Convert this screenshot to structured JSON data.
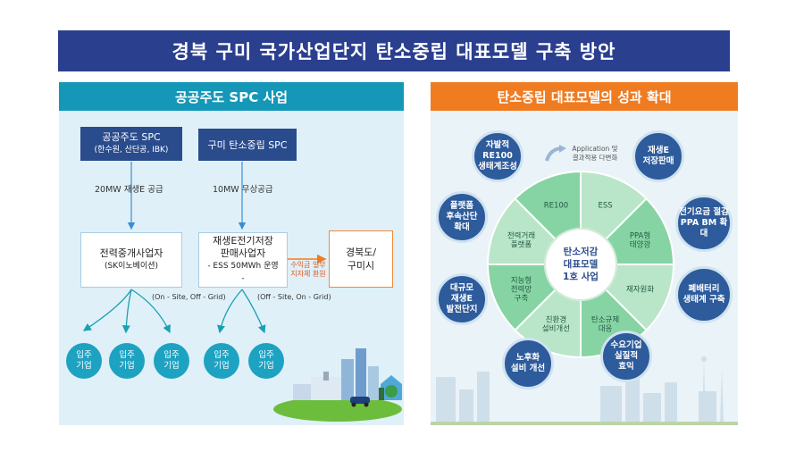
{
  "title": "경북 구미 국가산업단지 탄소중립 대표모델 구축 방안",
  "left": {
    "header": "공공주도 SPC 사업",
    "spc1": {
      "name": "공공주도 SPC",
      "members": "(한수원, 산단공, IBK)"
    },
    "spc2": {
      "name": "구미 탄소중립 SPC"
    },
    "supply1": "20MW   재생E 공급",
    "supply2": "10MW   무상공급",
    "broker": {
      "name": "전력중개사업자",
      "sub": "(SK이노베이션)"
    },
    "seller": {
      "line1": "재생E전기저장",
      "line2": "판매사업자",
      "line3": "- ESS 50MWh 운영",
      "line4": "-"
    },
    "profit_note_1": "수익금 일부",
    "profit_note_2": "지자체 환원",
    "gov": {
      "line1": "경북도/",
      "line2": "구미시"
    },
    "grid_note_1": "(On - Site, Off - Grid)",
    "grid_note_2": "(Off - Site, On - Grid)",
    "tenant_line1": "입주",
    "tenant_line2": "기업"
  },
  "right": {
    "header": "탄소중립 대표모델의 성과 확대",
    "app_note_1": "Application 및",
    "app_note_2": "결과적용 다변화",
    "center": [
      "탄소저감",
      "대표모델",
      "1호 사업"
    ],
    "wheel": [
      {
        "lines": [
          "RE100"
        ]
      },
      {
        "lines": [
          "ESS"
        ]
      },
      {
        "lines": [
          "PPA형",
          "태양광"
        ]
      },
      {
        "lines": [
          "재자원화"
        ]
      },
      {
        "lines": [
          "탄소규제",
          "대응"
        ]
      },
      {
        "lines": [
          "친환경",
          "설비개선"
        ]
      },
      {
        "lines": [
          "지능형",
          "전력망",
          "구축"
        ]
      },
      {
        "lines": [
          "전력거래",
          "플랫폼"
        ]
      }
    ],
    "satellites": [
      {
        "lines": [
          "자발적",
          "RE100",
          "생태계조성"
        ]
      },
      {
        "lines": [
          "재생E",
          "저장판매"
        ]
      },
      {
        "lines": [
          "전기요금 절감",
          "PPA BM 확대"
        ]
      },
      {
        "lines": [
          "폐배터리",
          "생태계 구축"
        ]
      },
      {
        "lines": [
          "수요기업",
          "실질적",
          "효익"
        ]
      },
      {
        "lines": [
          "노후화",
          "설비 개선"
        ]
      },
      {
        "lines": [
          "대규모",
          "재생E",
          "발전단지"
        ]
      },
      {
        "lines": [
          "플랫폼",
          "후속산단",
          "확대"
        ]
      }
    ]
  },
  "colors": {
    "navy": "#2b3f8f",
    "teal": "#1597b8",
    "orange": "#f07c22",
    "wheel_green": "#86d4a3",
    "wheel_light": "#b9e6c8"
  }
}
